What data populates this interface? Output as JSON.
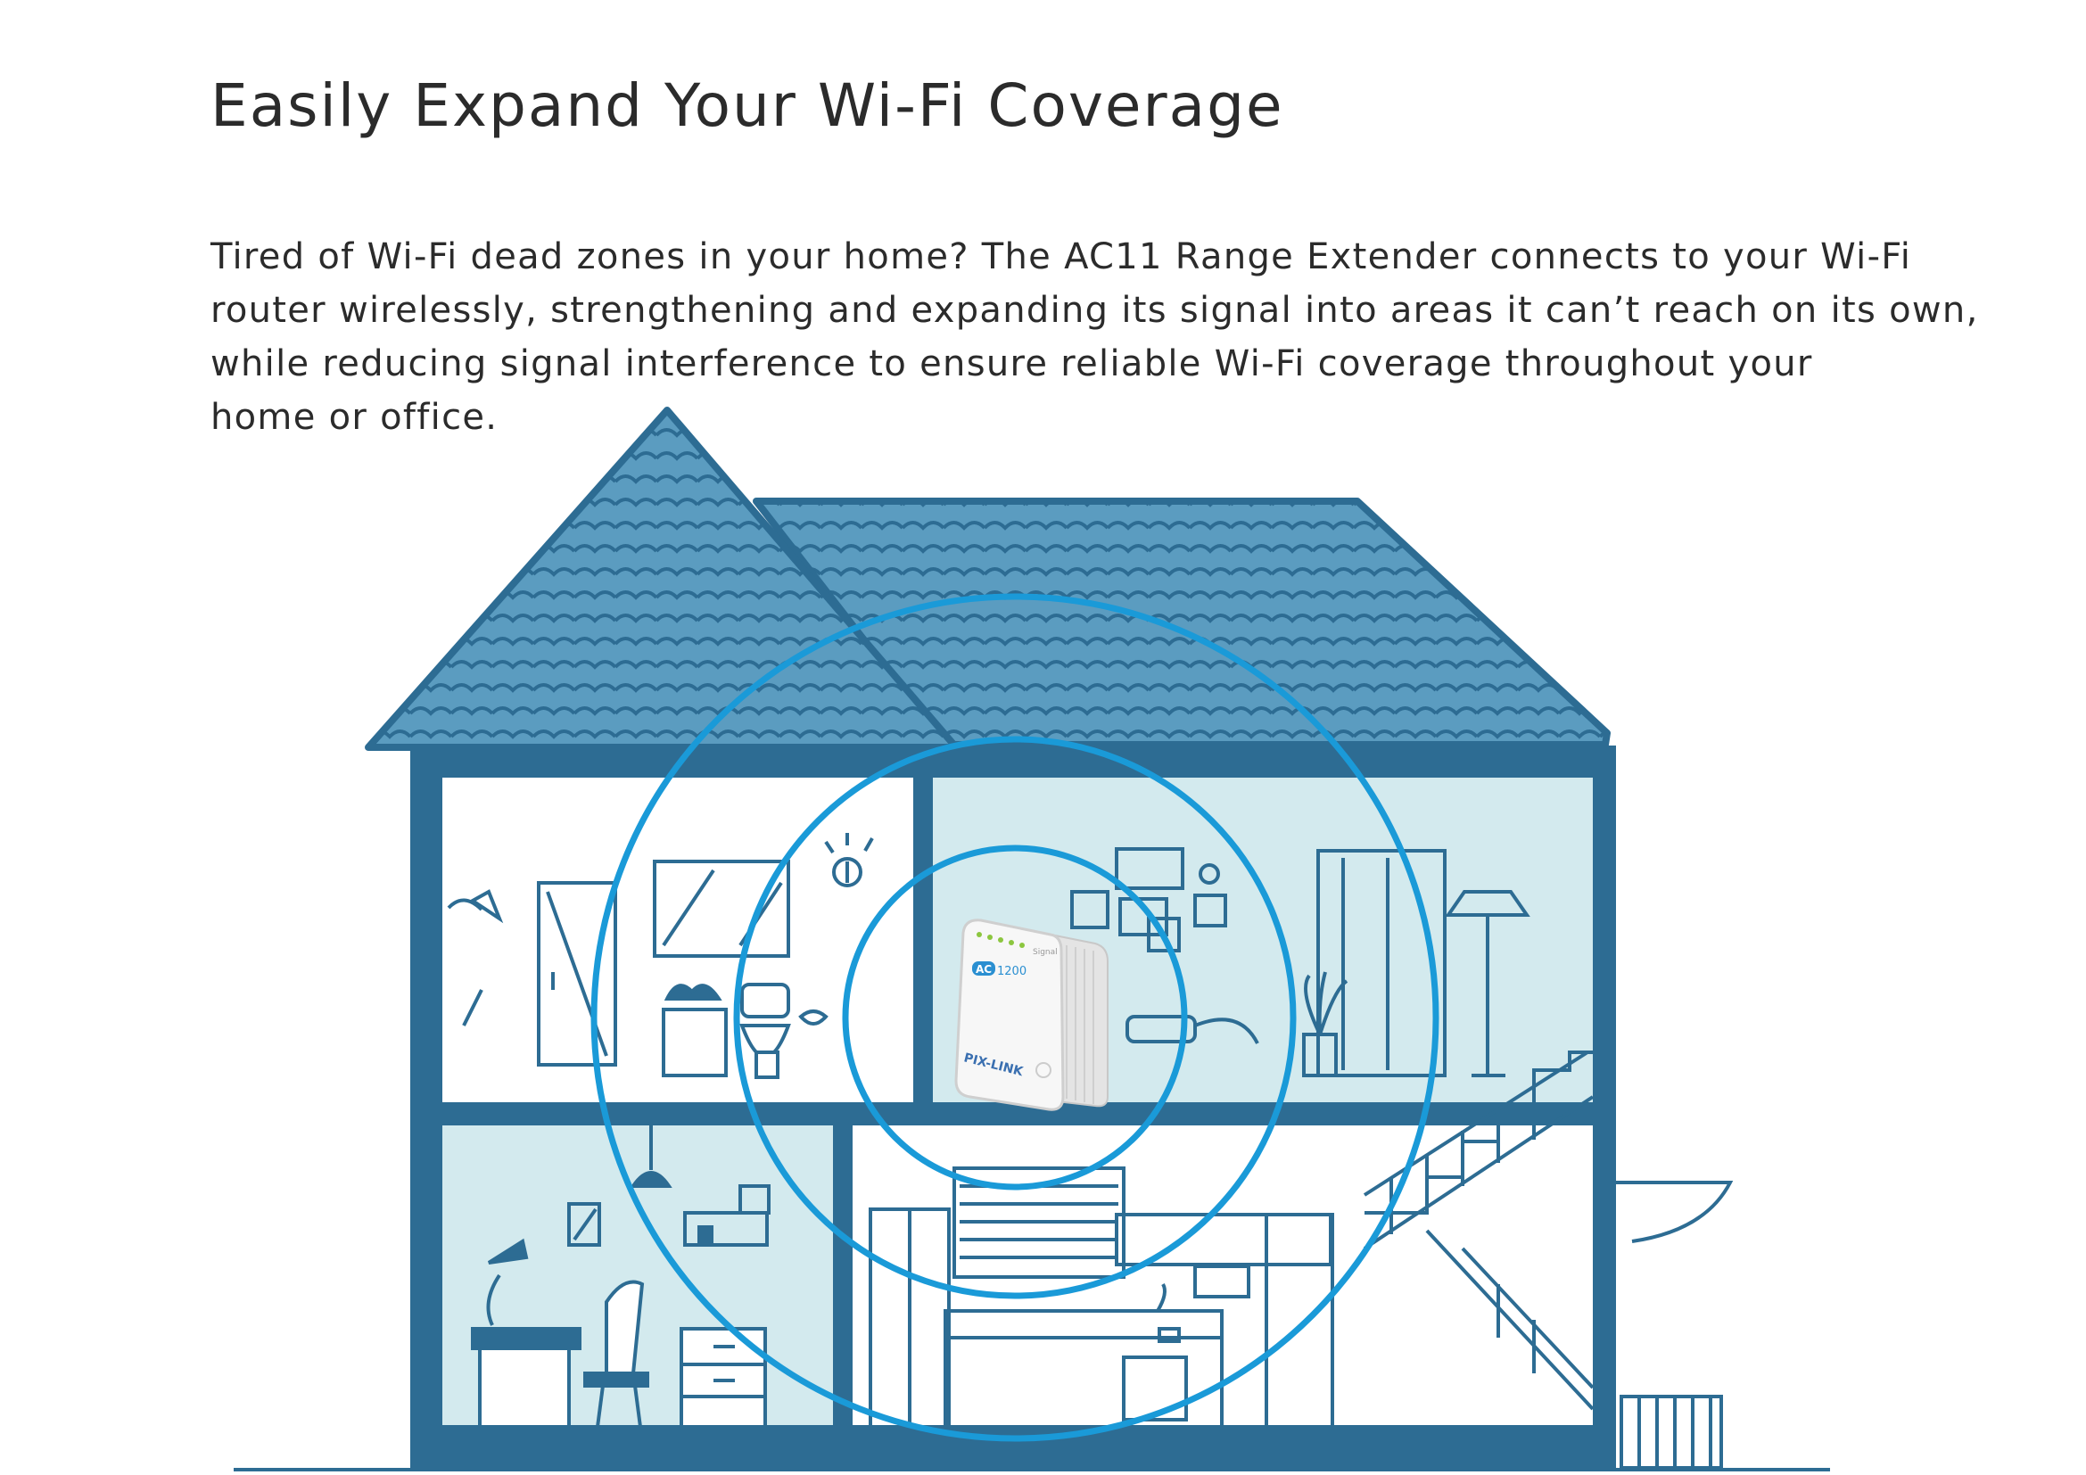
{
  "page": {
    "title": "Easily Expand Your Wi-Fi Coverage",
    "description_lines": [
      "Tired of Wi-Fi dead zones in your home? The AC11 Range Extender connects to your Wi-Fi",
      "router wirelessly, strengthening and expanding its signal into areas it can’t reach on its own,",
      "while reducing signal interference to ensure reliable Wi-Fi coverage throughout your",
      "home or office."
    ]
  },
  "device": {
    "brand": "PIX-LINK",
    "badge_ac": "AC",
    "badge_model": "1200",
    "signal_label": "Signal"
  },
  "colors": {
    "house_outline": "#2d6c93",
    "roof": "#5b9cc0",
    "room_light": "#d3eaee",
    "room_white": "#ffffff",
    "signal_ring": "#1a9ad8",
    "text": "#2b2b2b"
  },
  "icons": [
    "wifi-signal-rings",
    "range-extender-device",
    "house-illustration"
  ]
}
